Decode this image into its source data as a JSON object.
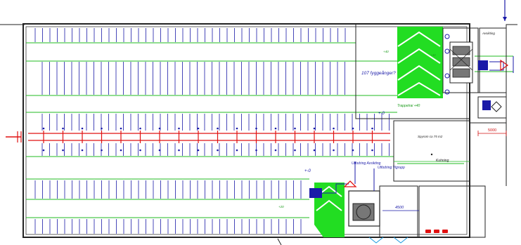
{
  "drawing": {
    "colors": {
      "walls": "#222222",
      "parking_lines": "#1a1aa8",
      "ceiling_lines": "#22bb22",
      "ramp_fill": "#22dd22",
      "duct": "#e01010",
      "dimension": "#d01010",
      "background": "#ffffff"
    },
    "labels": {
      "spaces_count": "107 fyggeånger?",
      "upper_zone": "+40",
      "upper_zone_2": "+40",
      "ramp_level": "Trappetrai +40",
      "drive_aisle_level": "+-0",
      "lower_aisle_level": "+-0",
      "lower_zone": "+20",
      "technical_room": "Avsikting",
      "exhaust_label": "Utfodring Avsikting",
      "supply_label": "Utfodring Vigrupp",
      "storage_room": "Spyrom ca 75 m2",
      "storage_sub": "Kuhning",
      "dim_right": "5000",
      "dim_bottom": "4500"
    },
    "icons": {
      "ahu_upper": "air-handling-unit-icon",
      "ahu_lower": "air-handling-unit-icon",
      "fan": "fan-icon",
      "stair": "stair-icon"
    }
  }
}
